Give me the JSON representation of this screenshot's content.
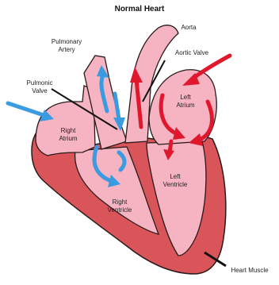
{
  "title": "Normal Heart",
  "labels": {
    "pulmonary_artery": "Pulmonary\nArtery",
    "aorta": "Aorta",
    "aortic_valve": "Aortic Valve",
    "pulmonic_valve": "Pulmonic\nValve",
    "right_atrium": "Right\nAtrium",
    "left_atrium": "Left\nAtrium",
    "left_ventricle": "Left\nVentricle",
    "right_ventricle": "Right\nVentricle",
    "heart_muscle": "Heart Muscle"
  },
  "colors": {
    "muscle": "#d9555a",
    "chamber": "#f6b3c1",
    "outline": "#2a1a1a",
    "blue_flow": "#3b9be0",
    "red_flow": "#e0182e"
  }
}
